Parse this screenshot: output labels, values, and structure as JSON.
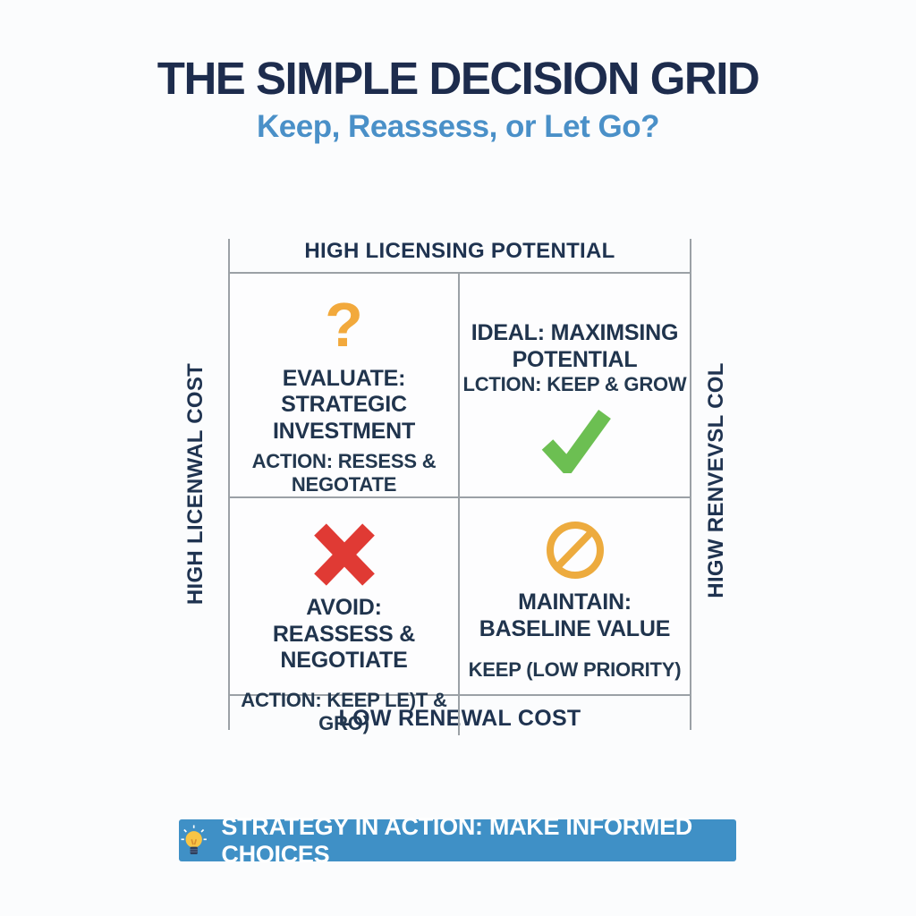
{
  "page": {
    "title": "THE SIMPLE DECISION GRID",
    "subtitle": "Keep, Reassess, or Let Go?"
  },
  "matrix": {
    "top_label": "HIGH LICENSING POTENTIAL",
    "left_label": "HIGH LICENWAL COST",
    "right_label": "HIGW RENVEVSL COL",
    "bottom_label": "LOW RENEWAL COST",
    "quadrants": [
      {
        "id": "evaluate",
        "icon": "question-mark-icon",
        "icon_glyph": "?",
        "line1": "EVALUATE:",
        "line2": "STRATEGIC INVESTMENT",
        "action": "ACTION: RESESS & NEGOTATE"
      },
      {
        "id": "ideal",
        "icon": "check-icon",
        "line1": "IDEAL: MAXIMSING",
        "line2": "POTENTIAL",
        "action": "LCTION: KEEP & GROW"
      },
      {
        "id": "avoid",
        "icon": "x-icon",
        "line1": "AVOID:",
        "line2": "REASSESS & NEGOTIATE",
        "action": "ACTION: KEEP LE)T & GRO)"
      },
      {
        "id": "maintain",
        "icon": "no-symbol-icon",
        "line1": "MAINTAIN:",
        "line2": "BASELINE VALUE",
        "action": "KEEP (LOW PRIORITY)"
      }
    ]
  },
  "banner": {
    "icon": "lightbulb-icon",
    "text": "STRATEGY IN ACTION: MAKE INFORMED CHOICES"
  },
  "colors": {
    "title_navy": "#1d2c4d",
    "subtitle_blue": "#4a90c8",
    "text_navy": "#20344d",
    "grid_line": "#9ba1a6",
    "orange": "#f2a93c",
    "green": "#6cbf52",
    "red": "#e03a34",
    "banner_blue": "#3f90c6",
    "banner_text": "#ffffff",
    "background": "#fbfcfd"
  }
}
